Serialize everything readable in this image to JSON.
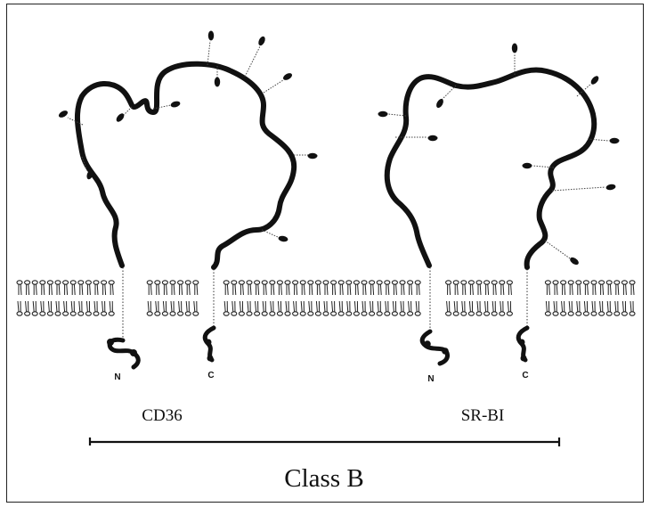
{
  "diagram": {
    "proteins": [
      {
        "name": "CD36",
        "n_terminus": "N",
        "c_terminus": "C"
      },
      {
        "name": "SR-BI",
        "n_terminus": "N",
        "c_terminus": "C"
      }
    ],
    "class_label": "Class B"
  }
}
